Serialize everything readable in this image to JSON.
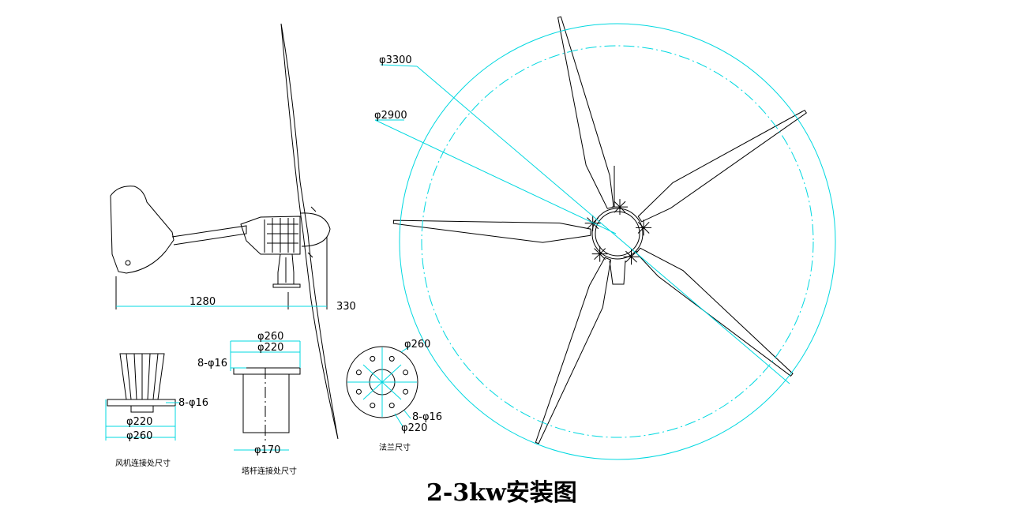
{
  "title": "2-3kw安装图",
  "colors": {
    "line": "#000000",
    "dimension": "#00d8e0",
    "background": "#ffffff"
  },
  "side_view": {
    "length": "1280",
    "hub_offset": "330"
  },
  "rotor_view": {
    "outer_diameter": "φ3300",
    "inner_diameter": "φ2900",
    "blade_count": 5
  },
  "turbine_connection": {
    "bolts": "8-φ16",
    "bolt_circle": "φ220",
    "outer": "φ260",
    "caption": "风机连接处尺寸"
  },
  "tower_connection": {
    "outer": "φ260",
    "bolt_circle": "φ220",
    "bolts": "8-φ16",
    "pipe": "φ170",
    "caption": "塔杆连接处尺寸"
  },
  "flange": {
    "outer": "φ260",
    "bolts": "8-φ16",
    "bolt_circle": "φ220",
    "caption": "法兰尺寸"
  }
}
